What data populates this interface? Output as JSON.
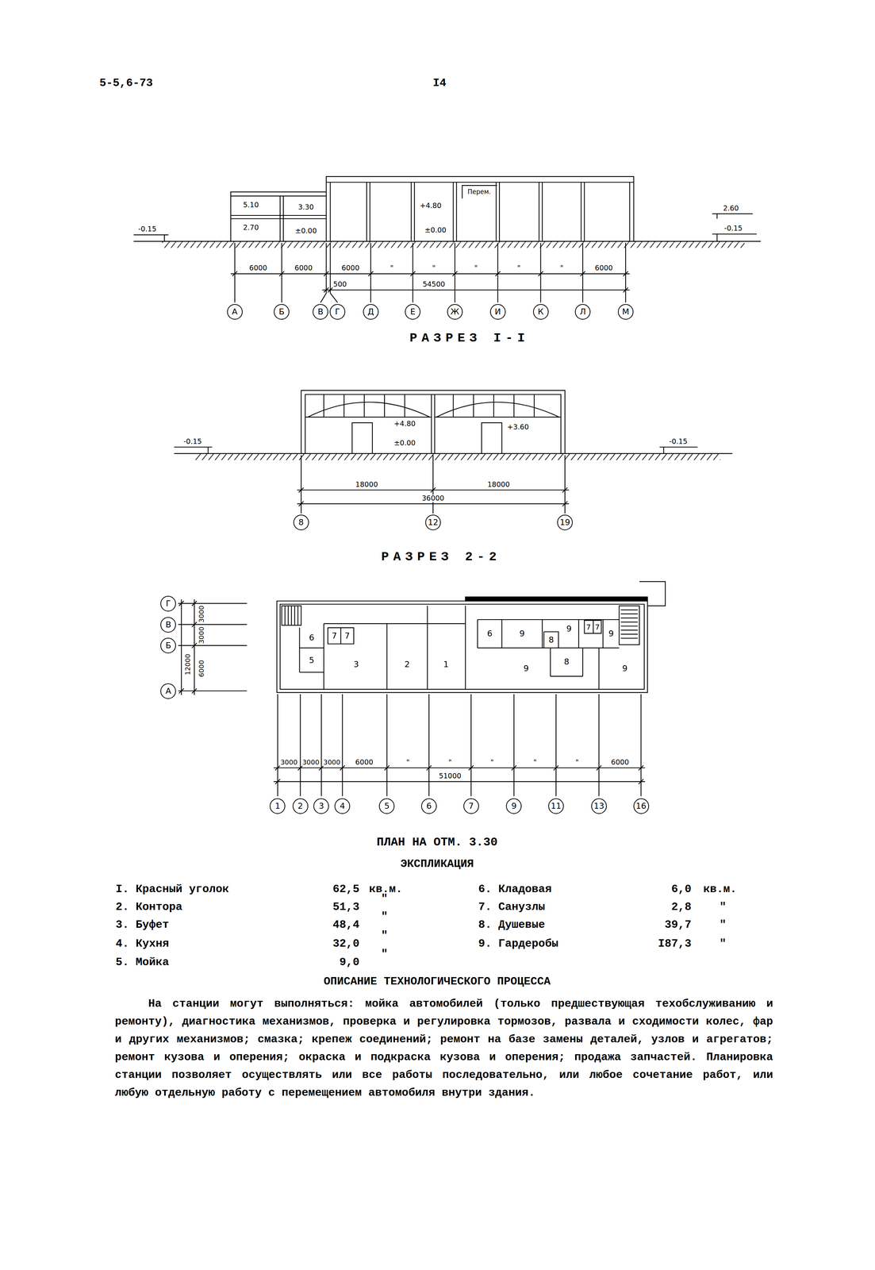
{
  "diagram": {
    "nodes": [
      {
        "text": [
          "А"
        ]
      },
      {
        "text": [
          "Б"
        ]
      },
      {
        "text": [
          "В"
        ]
      },
      {
        "text": [
          "Г"
        ]
      },
      {
        "text": [
          "Д"
        ]
      },
      {
        "text": [
          "Е"
        ]
      },
      {
        "text": [
          "Ж"
        ]
      },
      {
        "text": [
          "И"
        ]
      },
      {
        "text": [
          "К"
        ]
      },
      {
        "text": [
          "Л"
        ]
      },
      {
        "text": [
          "М"
        ]
      },
      {
        "text": [
          "8"
        ]
      },
      {
        "text": [
          "12"
        ]
      },
      {
        "text": [
          "19"
        ]
      },
      {
        "text": [
          "Г"
        ]
      },
      {
        "text": [
          "В"
        ]
      },
      {
        "text": [
          "Б"
        ]
      },
      {
        "text": [
          "А"
        ]
      },
      {
        "text": [
          "1"
        ]
      },
      {
        "text": [
          "2"
        ]
      },
      {
        "text": [
          "3"
        ]
      },
      {
        "text": [
          "4"
        ]
      },
      {
        "text": [
          "5"
        ]
      },
      {
        "text": [
          "6"
        ]
      },
      {
        "text": [
          "7"
        ]
      },
      {
        "text": [
          "9"
        ]
      },
      {
        "text": [
          "11"
        ]
      },
      {
        "text": [
          "13"
        ]
      },
      {
        "text": [
          "16"
        ]
      }
    ],
    "labels": [
      "5-5,6-73",
      "I4",
      "5.10",
      "3.30",
      "2.70",
      "±0.00",
      "+4.80",
      "Перем.",
      "±0.00",
      "-0.15",
      "2.60",
      "-0.15",
      "6000",
      "6000",
      "6000",
      "\"",
      "\"",
      "\"",
      "\"",
      "\"",
      "6000",
      "500",
      "54500",
      "РАЗРЕЗ I-I",
      "+4.80",
      "±0.00",
      "+3.60",
      "-0.15",
      "-0.15",
      "18000",
      "18000",
      "36000",
      "РАЗРЕЗ 2-2",
      "3000",
      "3000",
      "6000",
      "12000",
      "6",
      "5",
      "7",
      "7",
      "3",
      "2",
      "1",
      "6",
      "9",
      "9",
      "7",
      "7",
      "8",
      "9",
      "9",
      "8",
      "9",
      "3000",
      "3000",
      "3000",
      "6000",
      "\"",
      "\"",
      "\"",
      "\"",
      "\"",
      "6000",
      "51000",
      "ПЛАН НА ОТМ. 3.30",
      "ЭКСПЛИКАЦИЯ",
      "I. Красный уголок",
      "62,5",
      "кв.м.",
      "2. Контора",
      "51,3",
      "\"",
      "3. Буфет",
      "48,4",
      "\"",
      "4. Кухня",
      "32,0",
      "\"",
      "5. Мойка",
      "9,0",
      "\"",
      "6. Кладовая",
      "6,0",
      "кв.м.",
      "7. Санузлы",
      "2,8",
      "\"",
      "8. Душевые",
      "39,7",
      "\"",
      "9. Гардеробы",
      "I87,3",
      "\"",
      "ОПИСАНИЕ ТЕХНОЛОГИЧЕСКОГО ПРОЦЕССА",
      "На станции могут выполняться: мойка автомобилей (только предшествующая техобслуживанию и ремонту), диагностика механизмов, проверка и регулировка тормозов, развала и сходимости колес, фар и других механизмов; смазка; крепеж соединений; ремонт на базе замены деталей, узлов и агрегатов; ремонт кузова и оперения; окраска и подкраска кузова и оперения; продажа запчастей. Планировка станции позволяет осуществлять или все работы последовательно, или любое сочетание работ, или любую отдельную работу с перемещением автомобиля внутри здания."
    ]
  }
}
